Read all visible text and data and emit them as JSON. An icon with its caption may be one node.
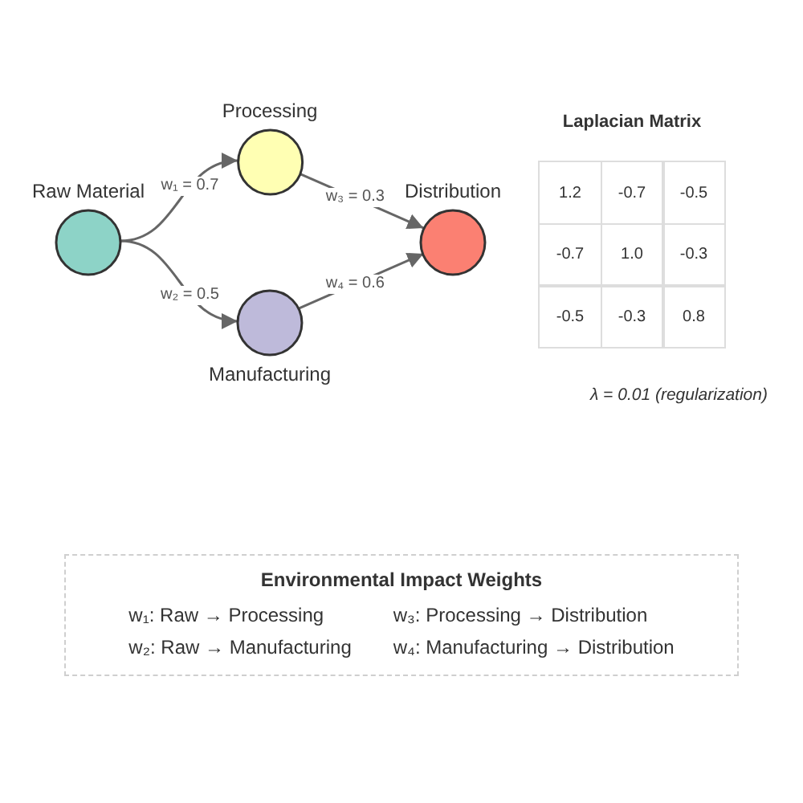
{
  "diagram": {
    "nodes": [
      {
        "text": [
          "Raw Material"
        ]
      },
      {
        "text": [
          "Processing"
        ]
      },
      {
        "text": [
          "Manufacturing"
        ]
      },
      {
        "text": [
          "Distribution"
        ]
      },
      {
        "text": [
          "Environmental Impact Weights",
          "w₁: Raw → Processing",
          "w₃: Processing → Distribution",
          "w₂: Raw → Manufacturing",
          "w₄: Manufacturing → Distribution"
        ]
      }
    ],
    "edges": [
      {
        "from": 0,
        "to": 1,
        "arrow": "to",
        "label": "w₁ = 0.7"
      },
      {
        "from": 0,
        "to": 2,
        "arrow": "to",
        "label": "w₂ = 0.5"
      },
      {
        "from": 1,
        "to": 3,
        "arrow": "to",
        "label": "w₃ = 0.3"
      },
      {
        "from": 2,
        "to": 3,
        "arrow": "to",
        "label": "w₄ = 0.6"
      }
    ],
    "labels": [
      "Laplacian Matrix",
      "1.2",
      "-0.7",
      "-0.5",
      "-0.7",
      "1.0",
      "-0.3",
      "-0.5",
      "-0.3",
      "0.8",
      "λ = 0.01 (regularization)"
    ]
  }
}
